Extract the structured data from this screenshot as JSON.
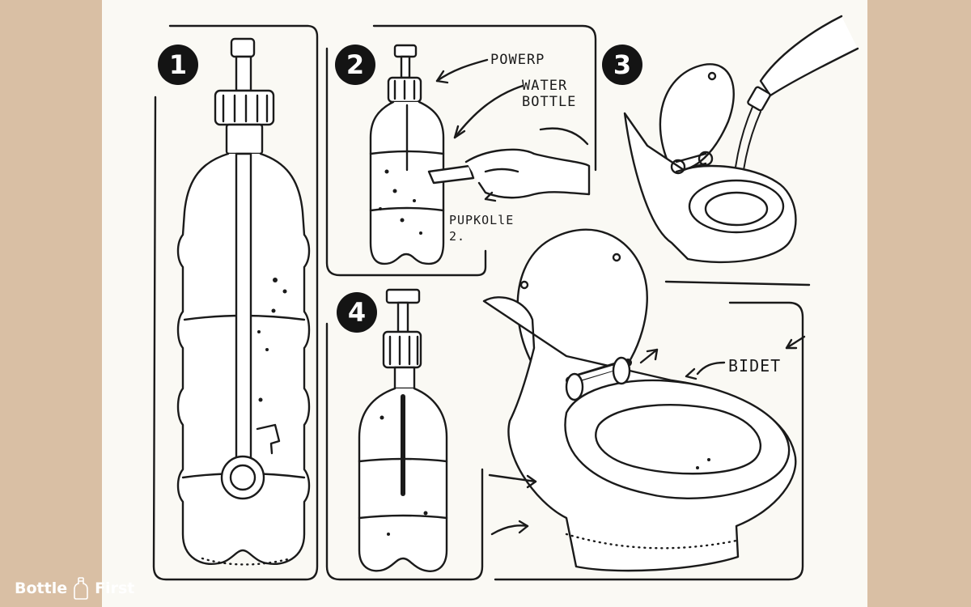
{
  "steps": [
    {
      "number": "1"
    },
    {
      "number": "2"
    },
    {
      "number": "3"
    },
    {
      "number": "4"
    }
  ],
  "labels": {
    "powerp": "POWERP",
    "water_bottle": "WATER\nBOTTLE",
    "pupkolie": "PUPKOLlE\n2.",
    "bidet": "BIDET"
  },
  "watermark": {
    "brand_left": "Bottle",
    "brand_right": "First",
    "icon": "bottle-icon"
  },
  "colors": {
    "background": "#d9bfa4",
    "sheet": "#faf9f4",
    "ink": "#1a1a1a"
  }
}
